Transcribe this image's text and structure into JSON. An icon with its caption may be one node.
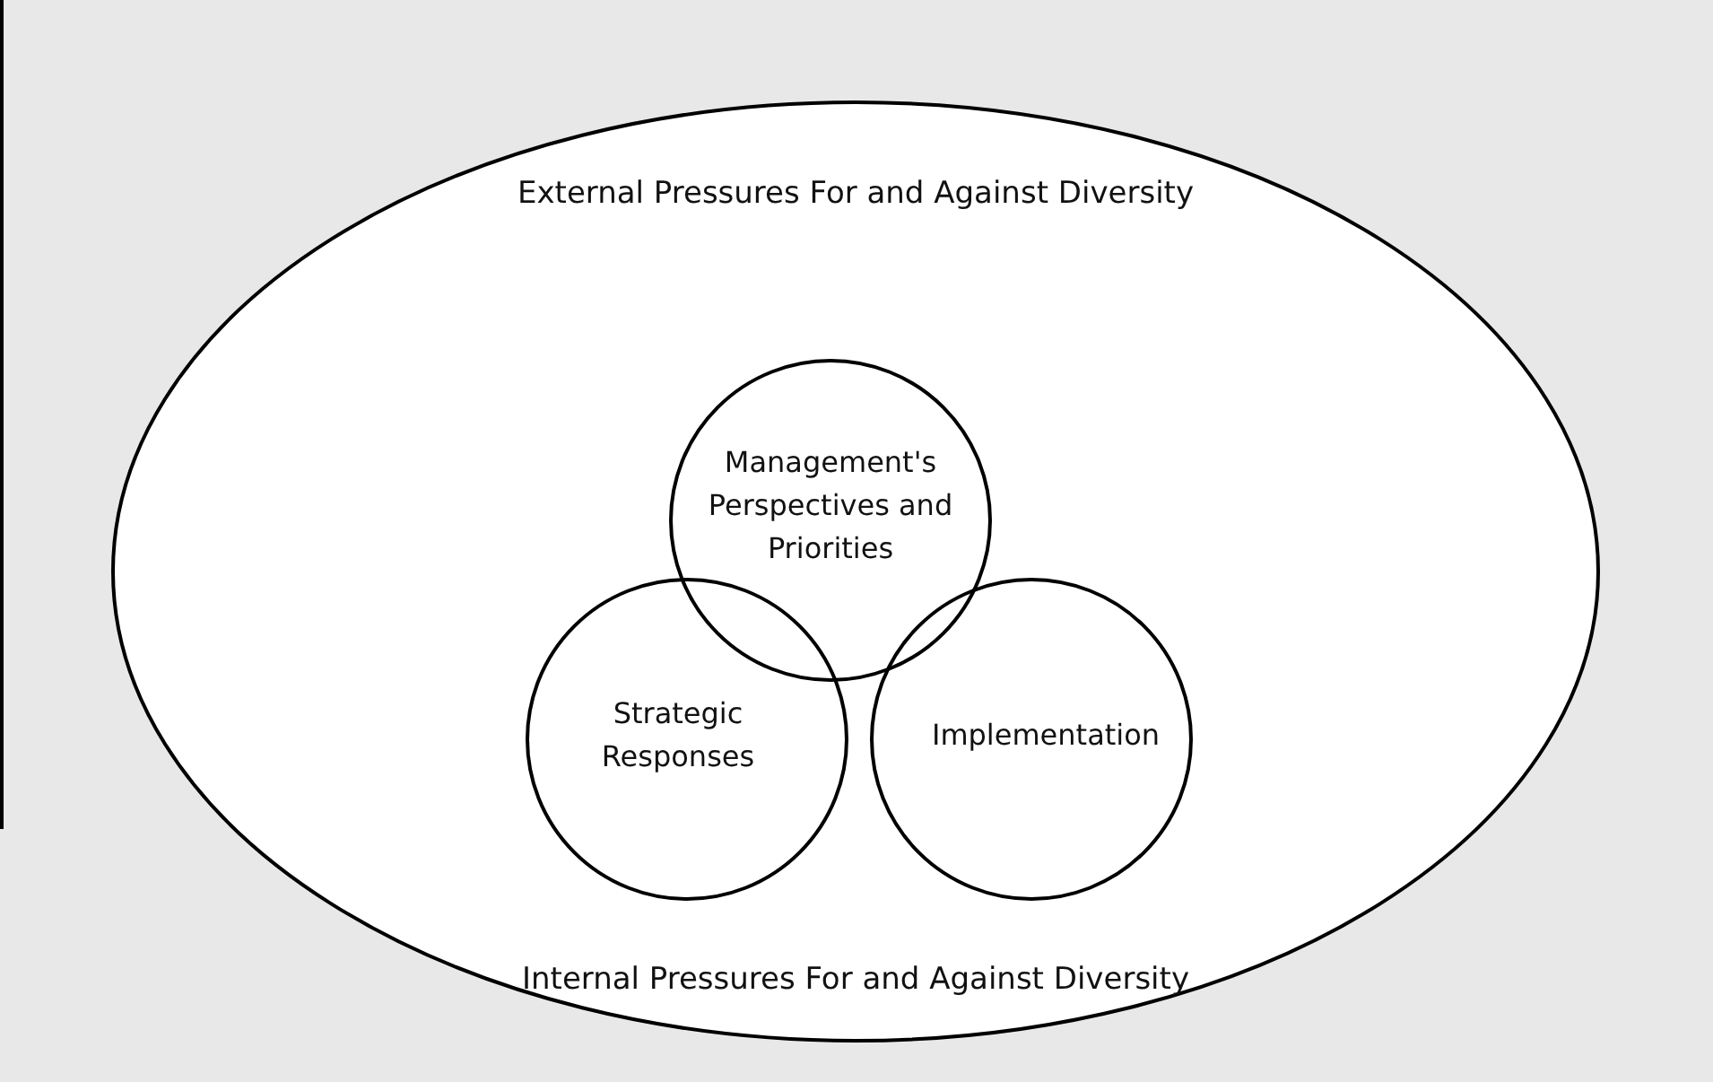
{
  "diagram": {
    "nodes": [
      {
        "text": [
          "External Pressures For and Against Diversity",
          "Internal Pressures For and Against Diversity"
        ]
      },
      {
        "text": [
          "Management's Perspectives and Priorities"
        ],
        "in": 0
      },
      {
        "text": [
          "Strategic Responses"
        ],
        "in": 0
      },
      {
        "text": [
          "Implementation"
        ],
        "in": 0
      }
    ],
    "edges": []
  }
}
